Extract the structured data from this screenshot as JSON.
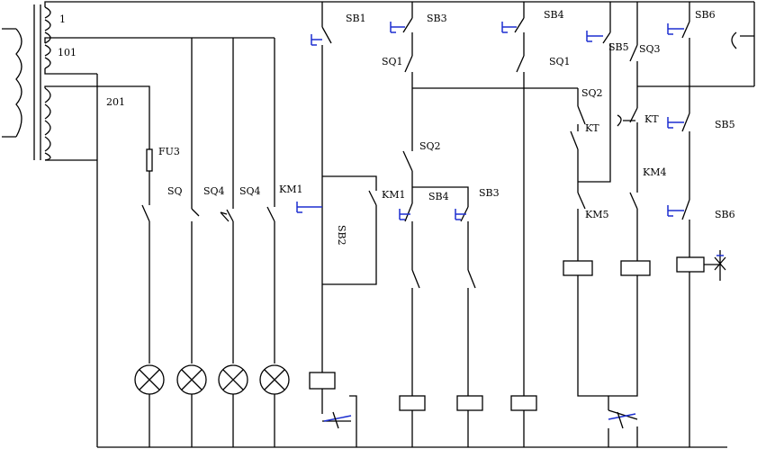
{
  "transformer": {
    "tap_1": "1",
    "tap_101": "101",
    "tap_201": "201"
  },
  "fuse": "FU3",
  "lamp_switches": [
    "SQ",
    "SQ4",
    "SQ4"
  ],
  "contacts": {
    "sb1": "SB1",
    "sb3_top": "SB3",
    "sb4_top": "SB4",
    "sb5_top": "SB5",
    "sb6_top": "SB6",
    "sq1_a": "SQ1",
    "sq1_b": "SQ1",
    "sq3": "SQ3",
    "sq2_a": "SQ2",
    "sq2_b": "SQ2",
    "kt_a": "KT",
    "kt_b": "KT",
    "km1_a": "KM1",
    "km1_b": "KM1",
    "sb2": "SB2",
    "sb4_mid": "SB4",
    "sb3_mid": "SB3",
    "km5": "KM5",
    "km4": "KM4",
    "sb5_right": "SB5",
    "sb6_right": "SB6"
  },
  "colors": {
    "wire": "#000000",
    "actuator": "#1d2fd0"
  }
}
